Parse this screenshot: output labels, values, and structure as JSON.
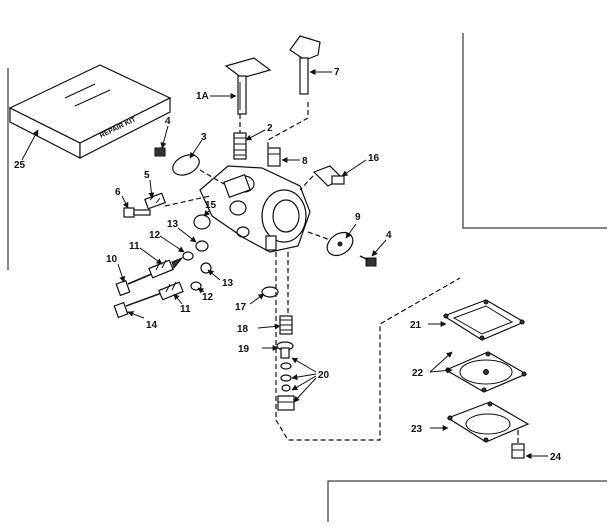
{
  "labels": {
    "l25": "25",
    "l4a": "4",
    "l3": "3",
    "l1a": "1A",
    "l2": "2",
    "l7": "7",
    "l8": "8",
    "l16": "16",
    "l6": "6",
    "l5": "5",
    "l15": "15",
    "l13a": "13",
    "l12a": "12",
    "l11a": "11",
    "l10": "10",
    "l14": "14",
    "l11b": "11",
    "l12b": "12",
    "l13b": "13",
    "l9": "9",
    "l4b": "4",
    "l17": "17",
    "l18": "18",
    "l19": "19",
    "l20": "20",
    "l21": "21",
    "l22": "22",
    "l23": "23",
    "l24": "24"
  },
  "kit_box_text": "REPAIR KIT",
  "colors": {
    "ink": "#111111",
    "paper": "#ffffff"
  }
}
